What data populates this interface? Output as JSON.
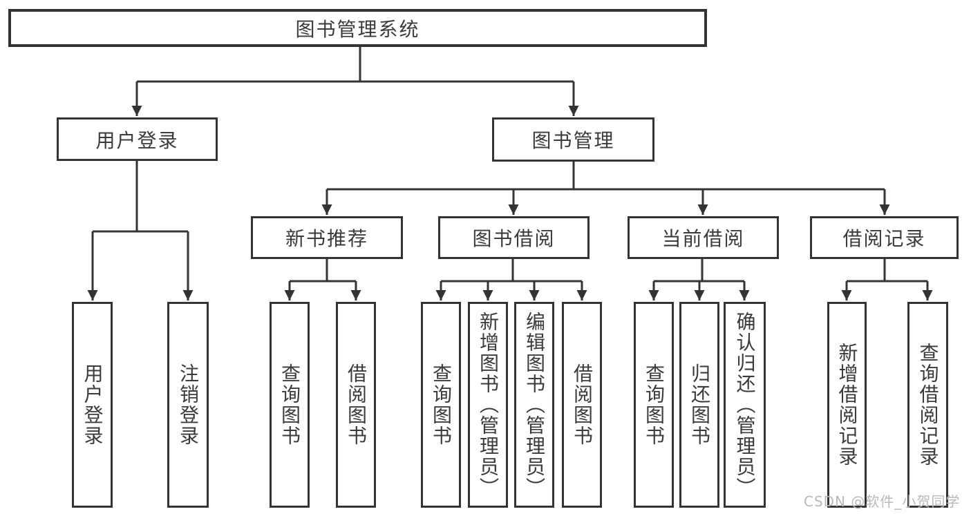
{
  "diagram": {
    "title": "图书管理系统",
    "level2": {
      "user_login": "用户登录",
      "book_management": "图书管理"
    },
    "level3": {
      "new_book_recommend": "新书推荐",
      "book_borrowing": "图书借阅",
      "current_borrowing": "当前借阅",
      "borrow_records": "借阅记录"
    },
    "leaves": {
      "user_login": "用户登录",
      "logout": "注销登录",
      "recommend_query_books": "查询图书",
      "recommend_borrow_books": "借阅图书",
      "borrowing_query_books": "查询图书",
      "borrowing_add_books": "新增图书（管理员）",
      "borrowing_edit_books": "编辑图书（管理员）",
      "borrowing_borrow_books": "借阅图书",
      "current_query_books": "查询图书",
      "current_return_books": "归还图书",
      "current_confirm_return": "确认归还（管理员）",
      "records_add_record": "新增借阅记录",
      "records_query_record": "查询借阅记录"
    }
  },
  "watermark": "CSDN @软件_小贺同学",
  "colors": {
    "line": "#333333",
    "text": "#3a3a3a",
    "watermark": "#b9b9b9",
    "background": "#ffffff"
  }
}
